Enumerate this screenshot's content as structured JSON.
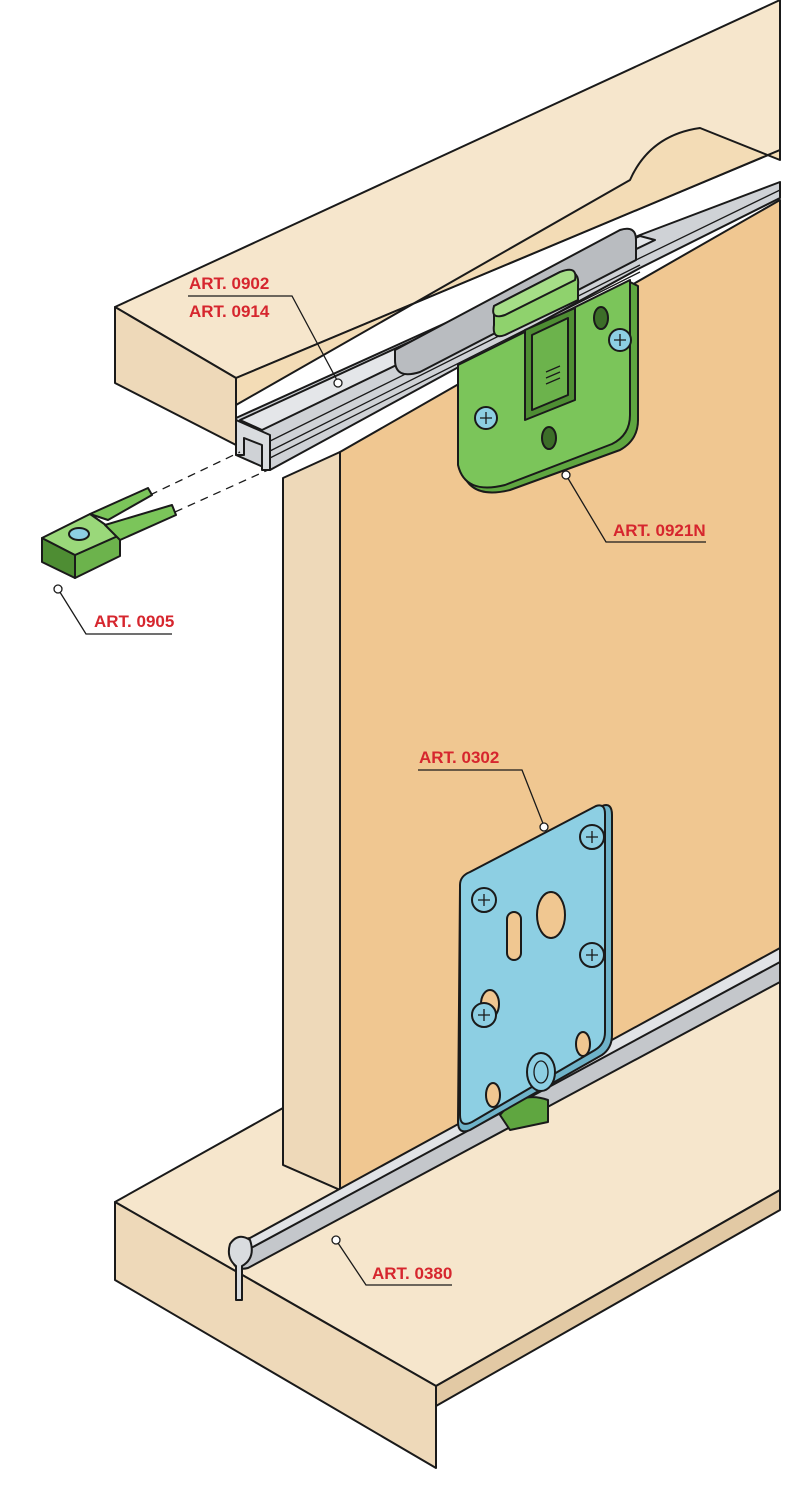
{
  "callouts": {
    "top_rail_a": "ART. 0902",
    "top_rail_b": "ART. 0914",
    "top_guide": "ART. 0921N",
    "end_stop": "ART. 0905",
    "bottom_plate": "ART. 0302",
    "bottom_track": "ART. 0380"
  },
  "colors": {
    "wood_light": "#f6e6cc",
    "wood_edge": "#eed9b9",
    "door_panel": "#f0c791",
    "green_part": "#7bc55a",
    "blue_plate": "#8dcfe3",
    "aluminium": "#cfd2d6",
    "label_red": "#d6262e"
  }
}
